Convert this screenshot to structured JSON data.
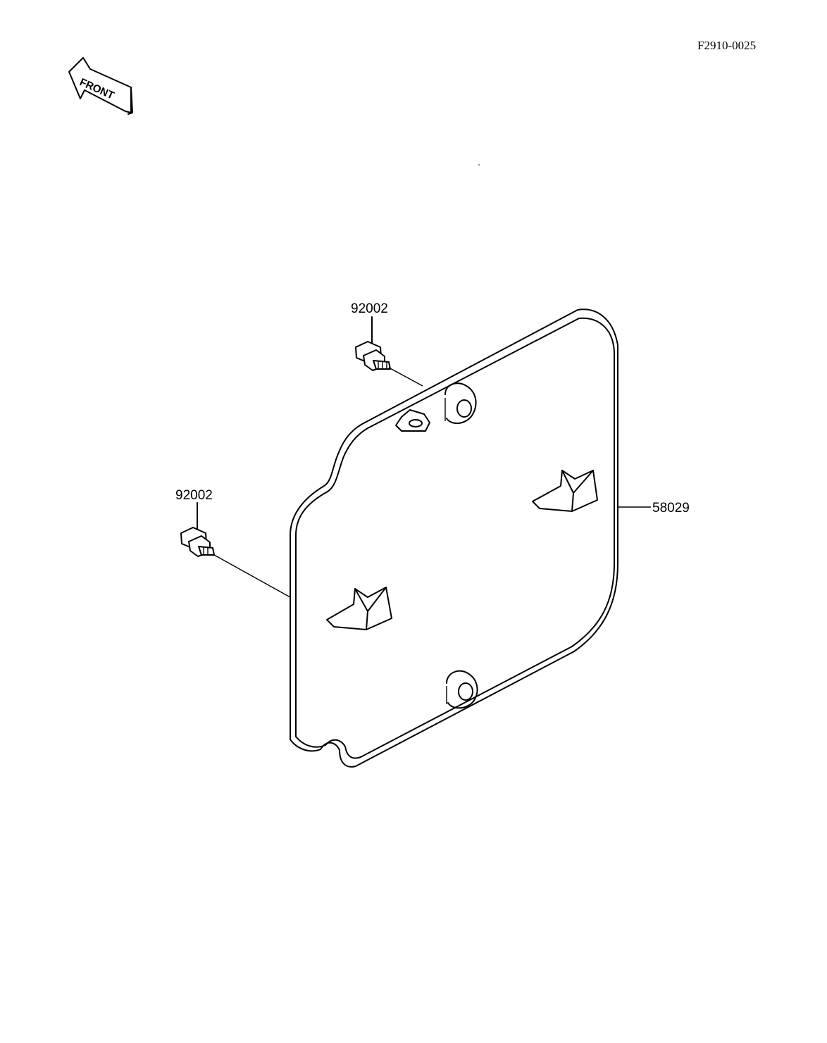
{
  "drawing_code": "F2910-0025",
  "front_arrow": {
    "text": "FRONT",
    "icon": "front-direction-arrow-icon"
  },
  "parts": [
    {
      "number": "92002",
      "name": "bolt"
    },
    {
      "number": "92002",
      "name": "bolt"
    },
    {
      "number": "58029",
      "name": "plate"
    }
  ]
}
